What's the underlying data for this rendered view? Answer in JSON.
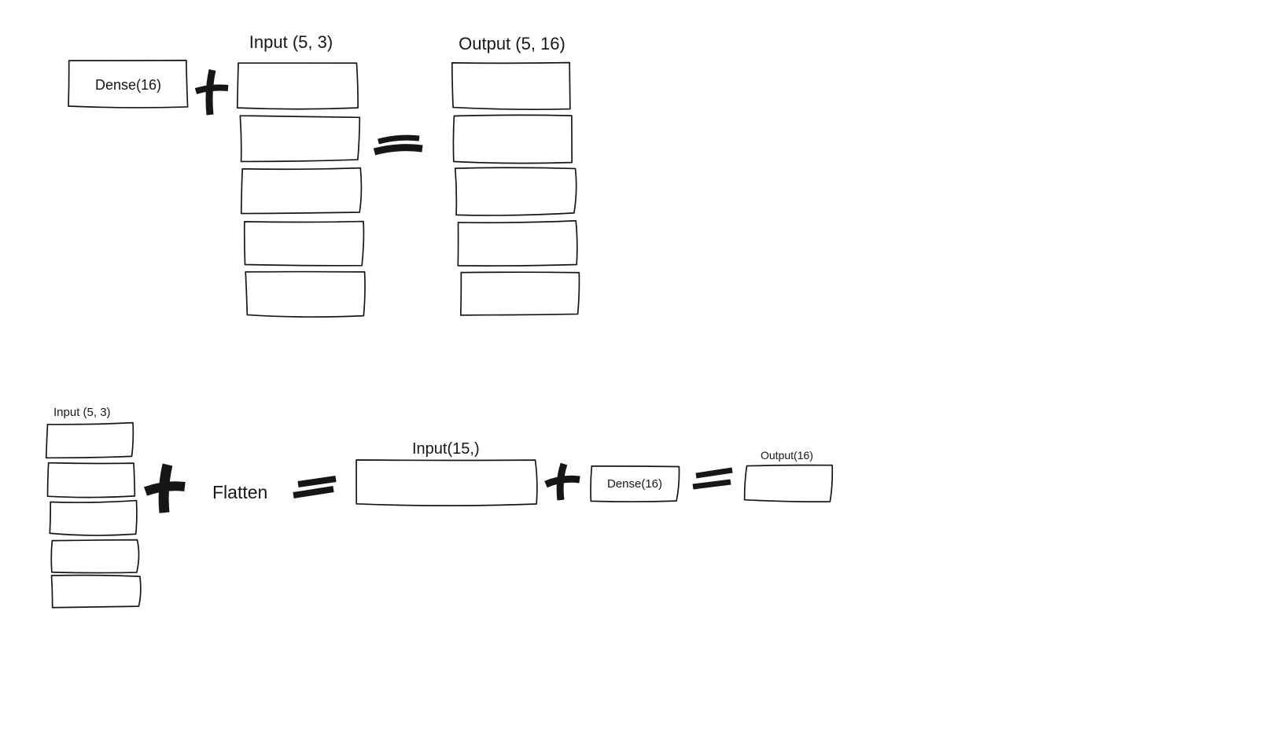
{
  "colors": {
    "background": "#ffffff",
    "ink": "#161616"
  },
  "top_equation": {
    "dense_box_label": "Dense(16)",
    "plus_symbol": "+",
    "equals_symbol": "=",
    "input_title": "Input (5, 3)",
    "input_stack_rows": 5,
    "output_title": "Output (5, 16)",
    "output_stack_rows": 5
  },
  "bottom_equation": {
    "input_title": "Input (5, 3)",
    "input_stack_rows": 5,
    "plus_symbol": "+",
    "flatten_label": "Flatten",
    "equals_symbol": "=",
    "flat_input_title": "Input(15,)",
    "dense_box_label": "Dense(16)",
    "output_title": "Output(16)"
  }
}
